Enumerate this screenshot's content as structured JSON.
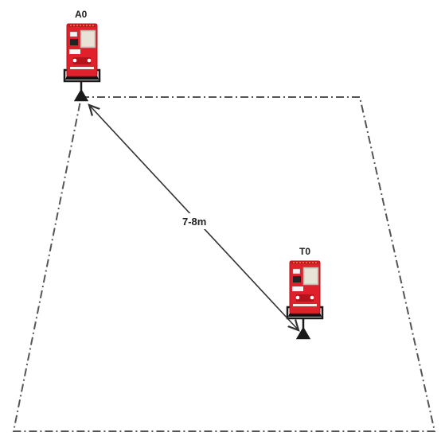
{
  "nodes": {
    "anchor": {
      "label": "A0"
    },
    "tag": {
      "label": "T0"
    }
  },
  "distance": {
    "label": "7-8m"
  },
  "colors": {
    "board_red": "#e0202a",
    "board_dark_red": "#a8141c",
    "module_gray": "#d9d4c8",
    "line": "#555555",
    "arrow": "#333333",
    "stand": "#1a1a1a"
  }
}
